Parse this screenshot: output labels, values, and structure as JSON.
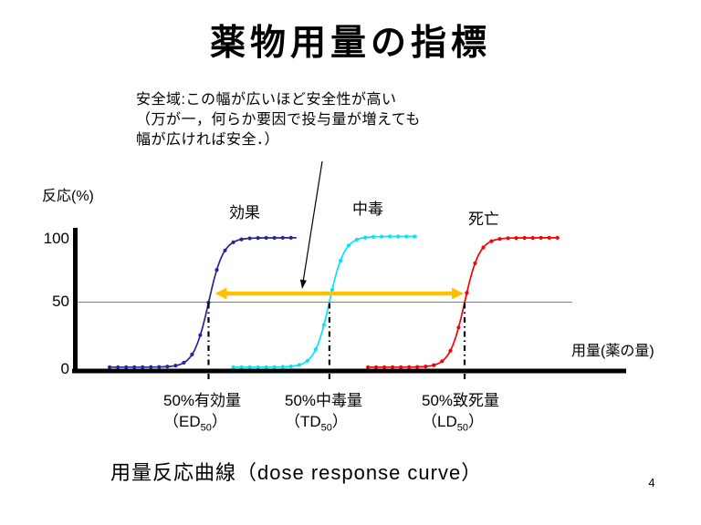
{
  "title": "薬物用量の指標",
  "page_number": "4",
  "caption": "用量反応曲線（dose response curve）",
  "annotation": "安全域:この幅が広いほど安全性が高い\n（万が一，何らか要因で投与量が増えても\n幅が広ければ安全．）",
  "axes": {
    "y_label": "反応(%)",
    "x_label": "用量(薬の量)",
    "y_ticks": {
      "t100": "100",
      "t50": "50",
      "t0": "0"
    }
  },
  "chart_data": {
    "type": "line",
    "title": "用量反応曲線（dose response curve）",
    "xlabel": "用量(薬の量)",
    "ylabel": "反応(%)",
    "x_axis_note": "dose in arbitrary unlabeled units, here mapped 0-100",
    "ylim": [
      0,
      100
    ],
    "yticks": [
      0,
      50,
      100
    ],
    "reference_line_y": 50,
    "series": [
      {
        "name": "効果",
        "color": "#26269b",
        "shape": "sigmoid",
        "sigmoid": {
          "x_start": 6,
          "x_mid": 24,
          "x_end": 40,
          "y_min": 1.5,
          "y_max": 98,
          "slope_k": 1.35
        },
        "dose50": {
          "label": "50%有効量",
          "open": "（",
          "abbr": "ED",
          "sub": "50",
          "close": "）"
        }
      },
      {
        "name": "中毒",
        "color": "#00e5ff",
        "shape": "sigmoid",
        "sigmoid": {
          "x_start": 28.5,
          "x_mid": 46,
          "x_end": 62,
          "y_min": 1.5,
          "y_max": 99,
          "slope_k": 1.35
        },
        "dose50": {
          "label": "50%中毒量",
          "open": "（",
          "abbr": "TD",
          "sub": "50",
          "close": "）"
        }
      },
      {
        "name": "死亡",
        "color": "#fa0000",
        "shape": "sigmoid",
        "sigmoid": {
          "x_start": 53,
          "x_mid": 70.6,
          "x_end": 87.5,
          "y_min": 1.5,
          "y_max": 98,
          "slope_k": 1.35
        },
        "dose50": {
          "label": "50%致死量",
          "open": "（",
          "abbr": "LD",
          "sub": "50",
          "close": "）"
        }
      }
    ],
    "safety_margin": {
      "note": "安全域 arrow spans from ED50 line to LD50 line at about 56% response",
      "arrow_color": "#ffc000",
      "from_series": "効果",
      "to_series": "死亡"
    }
  }
}
